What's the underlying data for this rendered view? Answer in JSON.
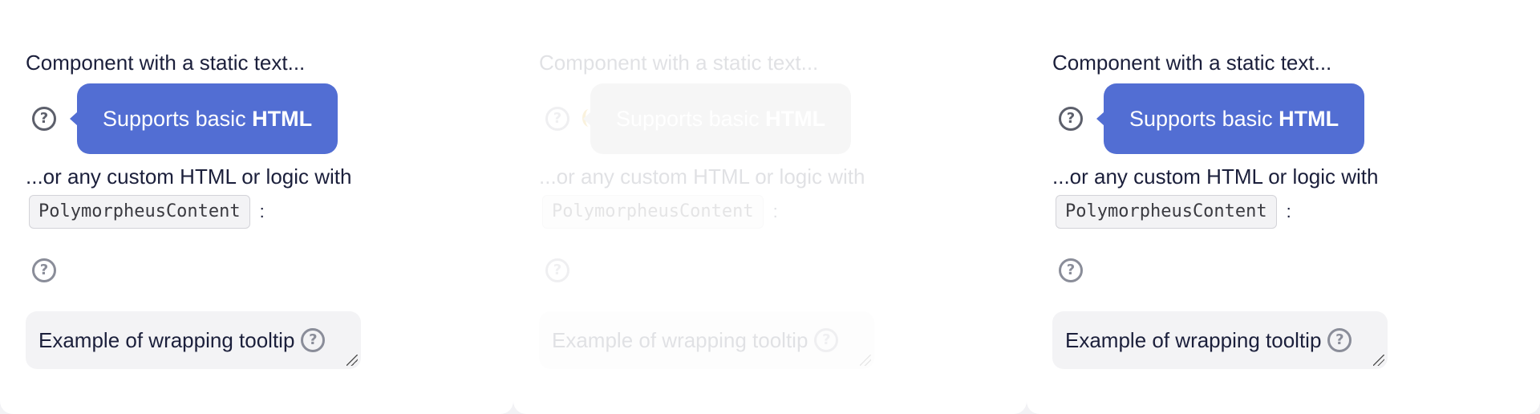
{
  "panels": [
    {
      "line1": "Component with a static text...",
      "tooltip_prefix": "Supports basic ",
      "tooltip_bold": "HTML",
      "line2": "...or any custom HTML or logic with",
      "code_label": "PolymorpheusContent",
      "colon": ":",
      "textarea_text": "Example of wrapping tooltip"
    },
    {
      "line1": "Component with a static text...",
      "tooltip_prefix": "Supports basic ",
      "tooltip_bold": "HTML",
      "line2": "...or any custom HTML or logic with",
      "code_label": "PolymorpheusContent",
      "colon": ":",
      "textarea_text": "Example of wrapping tooltip"
    },
    {
      "line1": "Component with a static text...",
      "tooltip_prefix": "Supports basic ",
      "tooltip_bold": "HTML",
      "line2": "...or any custom HTML or logic with",
      "code_label": "PolymorpheusContent",
      "colon": ":",
      "textarea_text": "Example of wrapping tooltip"
    }
  ],
  "icons": {
    "help": "question-circle-icon",
    "resize": "resize-grip-icon"
  },
  "colors": {
    "tooltip_bg": "#526ed3",
    "tooltip_dim_bg": "#bfbfbf",
    "icon_gray": "#8a8d99",
    "text": "#1b1f3b"
  }
}
